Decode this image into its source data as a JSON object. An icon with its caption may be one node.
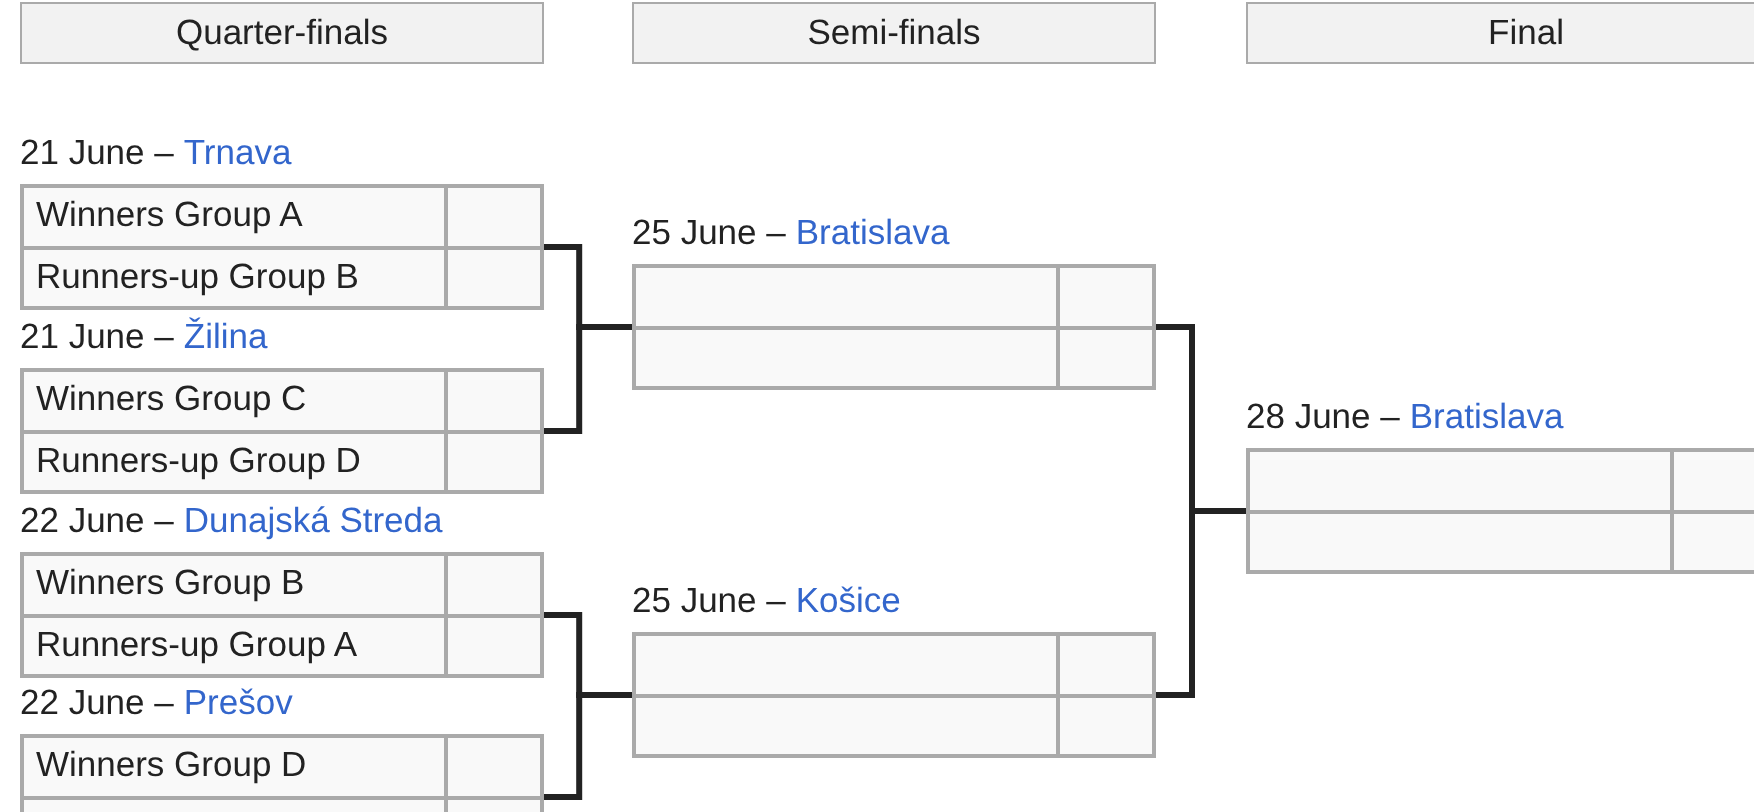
{
  "diagram": {
    "nodes": [
      {
        "text": [
          "Quarter-finals"
        ]
      },
      {
        "text": [
          "Semi-finals"
        ]
      },
      {
        "text": [
          "Final"
        ]
      },
      {
        "text": [
          "21 June –",
          "Trnava",
          "Winners Group A",
          "Runners-up Group B"
        ]
      },
      {
        "text": [
          "21 June –",
          "Žilina",
          "Winners Group C",
          "Runners-up Group D"
        ]
      },
      {
        "text": [
          "22 June –",
          "Dunajská Streda",
          "Winners Group B",
          "Runners-up Group A"
        ]
      },
      {
        "text": [
          "22 June –",
          "Prešov",
          "Winners Group D"
        ]
      },
      {
        "text": [
          "25 June –",
          "Bratislava"
        ]
      },
      {
        "text": [
          "25 June –",
          "Košice"
        ]
      },
      {
        "text": [
          "28 June –",
          "Bratislava"
        ]
      }
    ],
    "edges": [
      {
        "from": 3,
        "to": 7,
        "arrow": "none"
      },
      {
        "from": 4,
        "to": 7,
        "arrow": "none"
      },
      {
        "from": 5,
        "to": 8,
        "arrow": "none"
      },
      {
        "from": 6,
        "to": 8,
        "arrow": "none"
      },
      {
        "from": 7,
        "to": 9,
        "arrow": "none"
      },
      {
        "from": 8,
        "to": 9,
        "arrow": "none"
      }
    ]
  }
}
